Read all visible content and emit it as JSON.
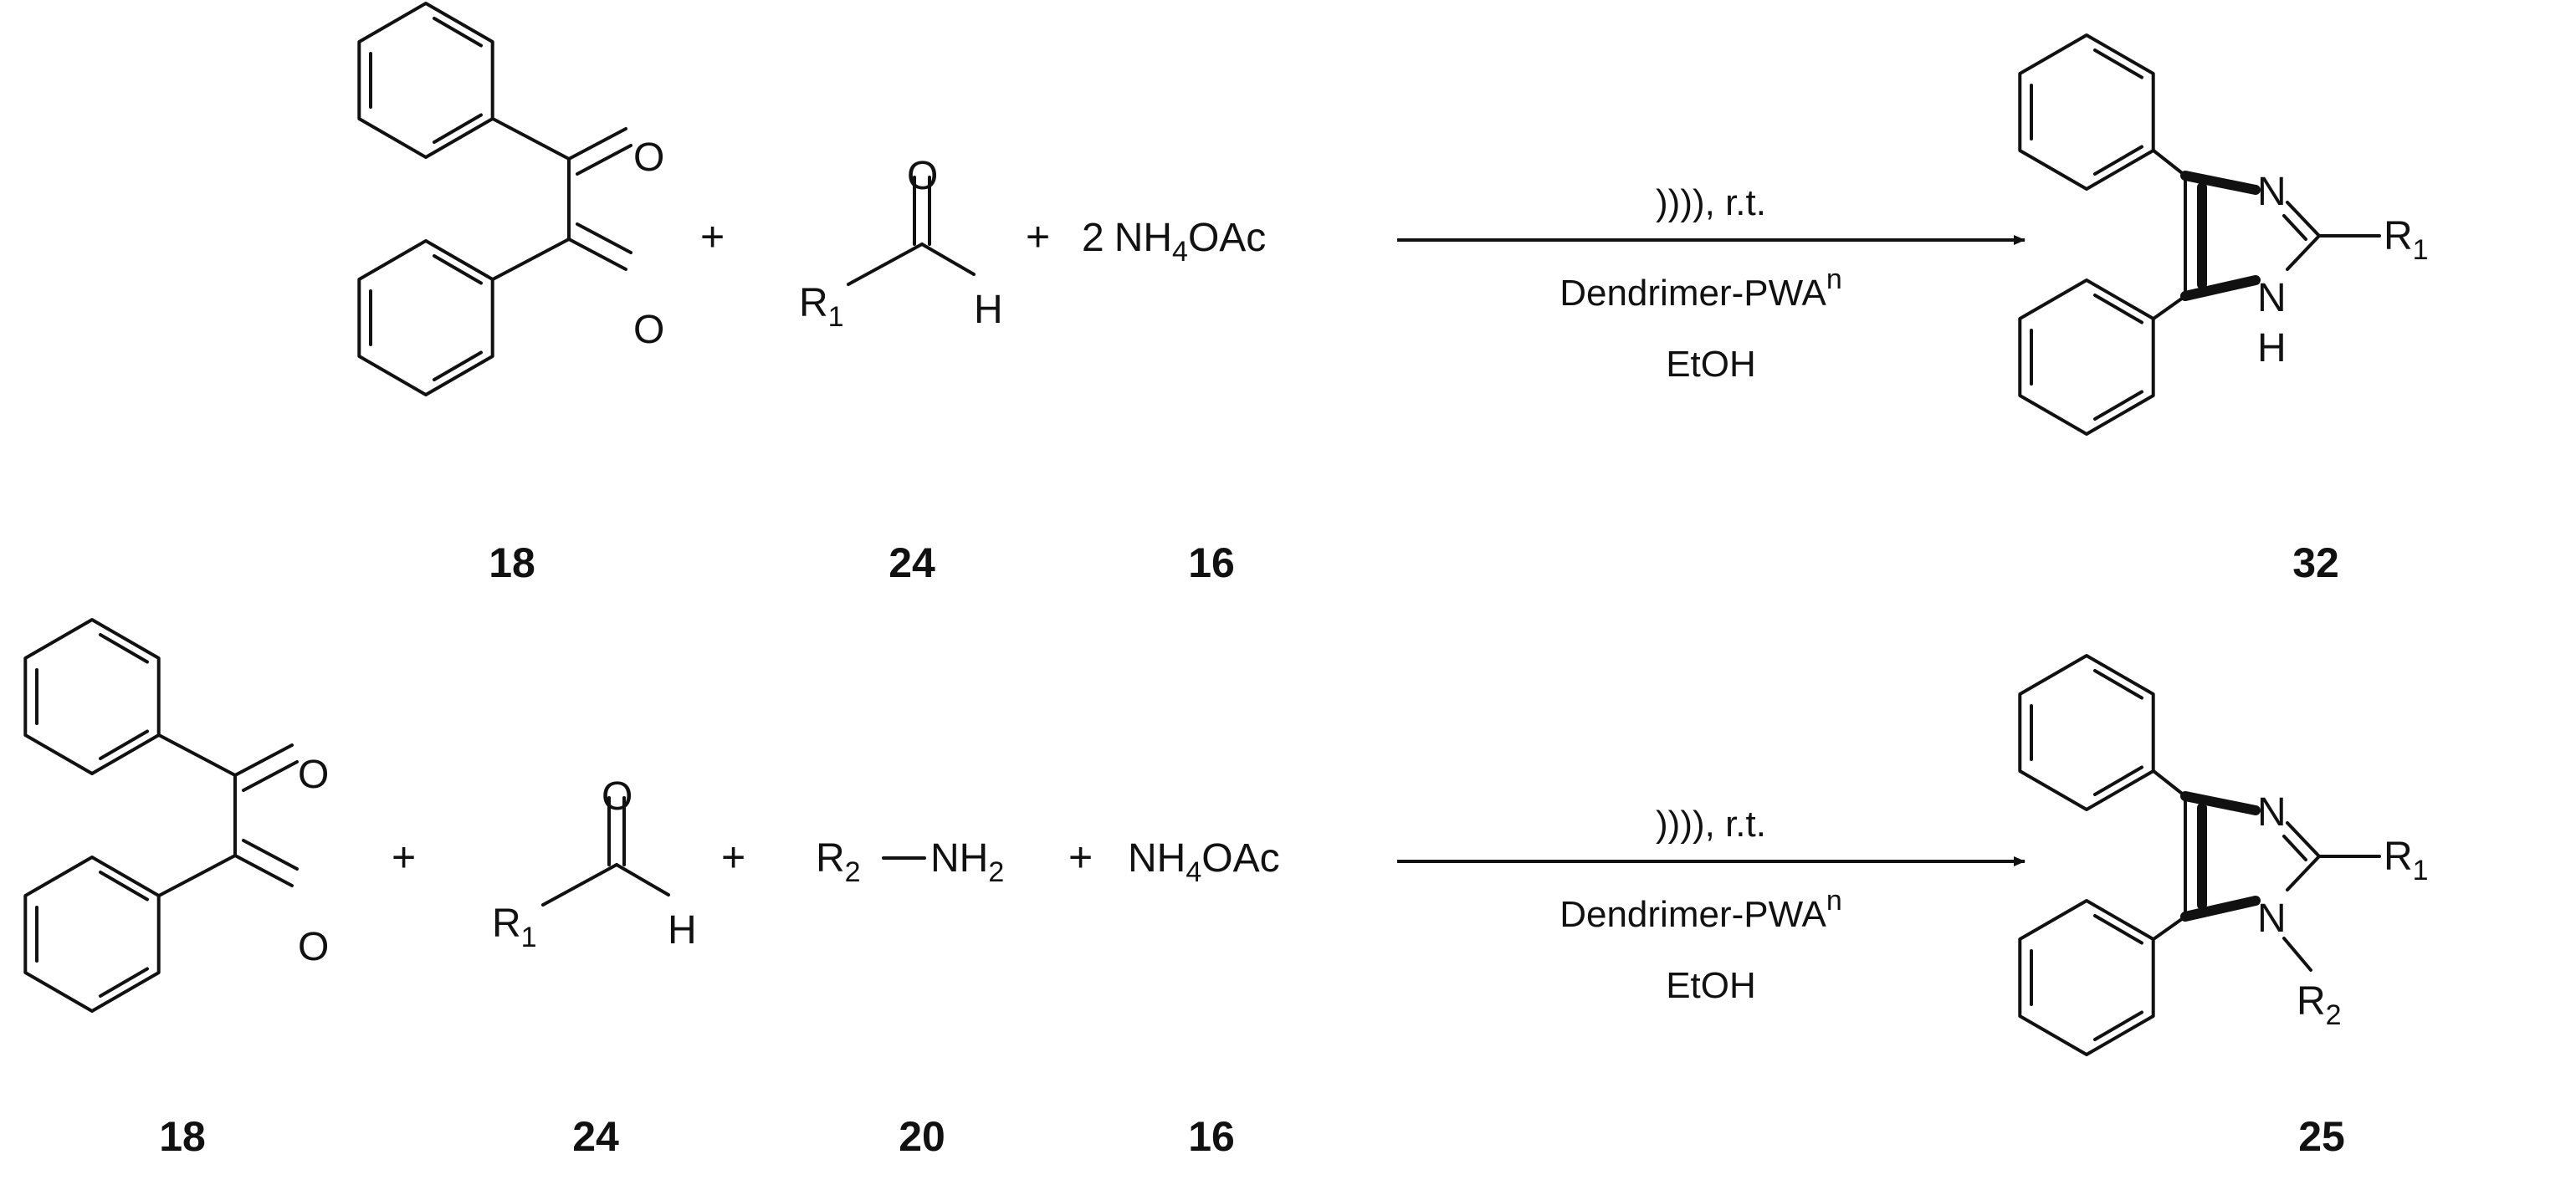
{
  "reactions": [
    {
      "reactants": {
        "diketone": {
          "compound_number": "18",
          "atoms": {
            "o1": "O",
            "o2": "O"
          }
        },
        "aldehyde": {
          "compound_number": "24",
          "atoms": {
            "o": "O",
            "h": "H",
            "r": "R",
            "r_sub": "1"
          }
        },
        "ammonium": {
          "compound_number": "16",
          "coefficient": "2",
          "formula": {
            "a": "NH",
            "sub": "4",
            "b": "OAc"
          }
        }
      },
      "plus_signs": [
        "+",
        "+"
      ],
      "conditions": {
        "line1": ")))), r.t.",
        "line2": "Dendrimer-PWA",
        "line2_sup": "n",
        "line3": "EtOH"
      },
      "product": {
        "compound_number": "32",
        "atoms": {
          "n3": "N",
          "n1": "N",
          "h1": "H",
          "r": "R",
          "r_sub": "1"
        }
      }
    },
    {
      "reactants": {
        "diketone": {
          "compound_number": "18",
          "atoms": {
            "o1": "O",
            "o2": "O"
          }
        },
        "aldehyde": {
          "compound_number": "24",
          "atoms": {
            "o": "O",
            "h": "H",
            "r": "R",
            "r_sub": "1"
          }
        },
        "amine": {
          "compound_number": "20",
          "formula": {
            "r": "R",
            "r_sub": "2",
            "nh": "NH",
            "nh_sub": "2"
          }
        },
        "ammonium": {
          "compound_number": "16",
          "formula": {
            "a": "NH",
            "sub": "4",
            "b": "OAc"
          }
        }
      },
      "plus_signs": [
        "+",
        "+",
        "+"
      ],
      "conditions": {
        "line1": ")))), r.t.",
        "line2": "Dendrimer-PWA",
        "line2_sup": "n",
        "line3": "EtOH"
      },
      "product": {
        "compound_number": "25",
        "atoms": {
          "n3": "N",
          "n1": "N",
          "r": "R",
          "r_sub": "1",
          "r2": "R",
          "r2_sub": "2"
        }
      }
    }
  ]
}
